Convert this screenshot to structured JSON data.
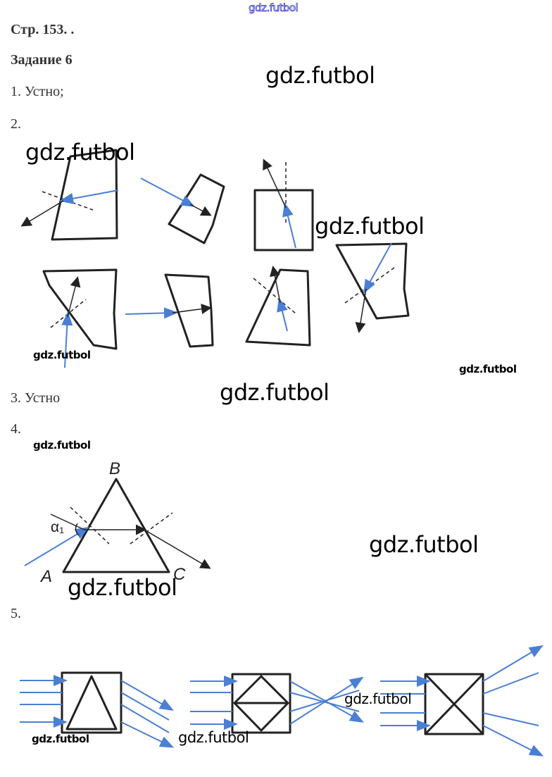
{
  "header": {
    "page": "Стр. 153. .",
    "task": "Задание 6"
  },
  "items": {
    "i1": "1. Устно;",
    "i2": "2.",
    "i3": "3. Устно",
    "i4": "4.",
    "i5": "5."
  },
  "figure4": {
    "label_b": "B",
    "label_a": "A",
    "label_c": "C",
    "angle": "α₁"
  },
  "watermark": "gdz.futbol",
  "colors": {
    "ray": "#4a7fd4",
    "line": "#222222"
  }
}
